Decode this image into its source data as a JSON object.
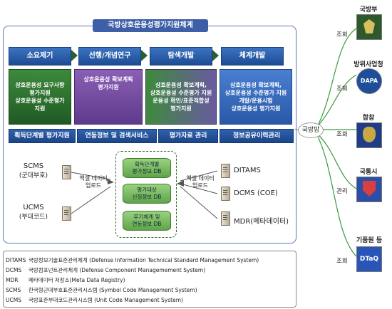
{
  "title": "국방상호운용성평가지원체계",
  "phases": [
    "소요제기",
    "선행/개념연구",
    "탐색개발",
    "체계개발"
  ],
  "steps": [
    [
      "상호운용성 요구사항",
      "평가지원",
      "상호운용성 수준평가",
      "지원"
    ],
    [
      "상호운용성 확보계획",
      "평가지원"
    ],
    [
      "상호운용성 확보계획,",
      "상호운용성 수준평가 지원",
      "운용성 확인/표준적합성",
      "평가지원"
    ],
    [
      "상호운용성 확보계획,",
      "상호운용성 수준평가 지원",
      "개발/운용시험",
      "상호운용성 평가지원"
    ]
  ],
  "services": [
    "획득단계별 평가지원",
    "연동정보 및 검색서비스",
    "평가자료 관리",
    "정보공유이력관리"
  ],
  "left_systems": [
    {
      "name": "SCMS",
      "sub": "(군대부호)"
    },
    {
      "name": "UCMS",
      "sub": "(부대코드)"
    }
  ],
  "right_systems": [
    "DITAMS",
    "DCMS (COE)",
    "MDR(메타데이터)"
  ],
  "link_label_left": [
    "액셀 데이터",
    "업로드"
  ],
  "link_label_right": [
    "액셀 데이터",
    "업로드"
  ],
  "databases": [
    [
      "획득단계별",
      "평가정보 DB"
    ],
    [
      "평가대상",
      "신청정보 DB"
    ],
    [
      "무기체계 및",
      "연동정보 DB"
    ]
  ],
  "legend": [
    {
      "abbr": "DITAMS",
      "desc": "국방정보기술표준관리체계 (Defense Information Technical Standard Management System)"
    },
    {
      "abbr": "DCMS",
      "desc": "국방컴포넌트관리체계 (Defense Component Managemement System)"
    },
    {
      "abbr": "MDR",
      "desc": "메타데이터 저장소(Meta Data Registry)"
    },
    {
      "abbr": "SCMS",
      "desc": "한국형군대부호표준관리시스템 (Symbol Code Management System)"
    },
    {
      "abbr": "UCMS",
      "desc": "국방표준부대코드관리시스템 (Unit Code Management System)"
    }
  ],
  "network_label": "국방망",
  "external": [
    {
      "name": "국방부",
      "relation": "조회",
      "color": "#2d5a2a"
    },
    {
      "name": "방위사업청",
      "relation": "조회",
      "color": "#1e4e9a",
      "logo": "DAPA"
    },
    {
      "name": "합참",
      "relation": "조회",
      "color": "#1d3d8a"
    },
    {
      "name": "국통시",
      "relation": "관리",
      "color": "#2b4ea8"
    },
    {
      "name": "기품원 등",
      "relation": "조회",
      "color": "#2a55b8",
      "logo": "DTaQ"
    }
  ]
}
